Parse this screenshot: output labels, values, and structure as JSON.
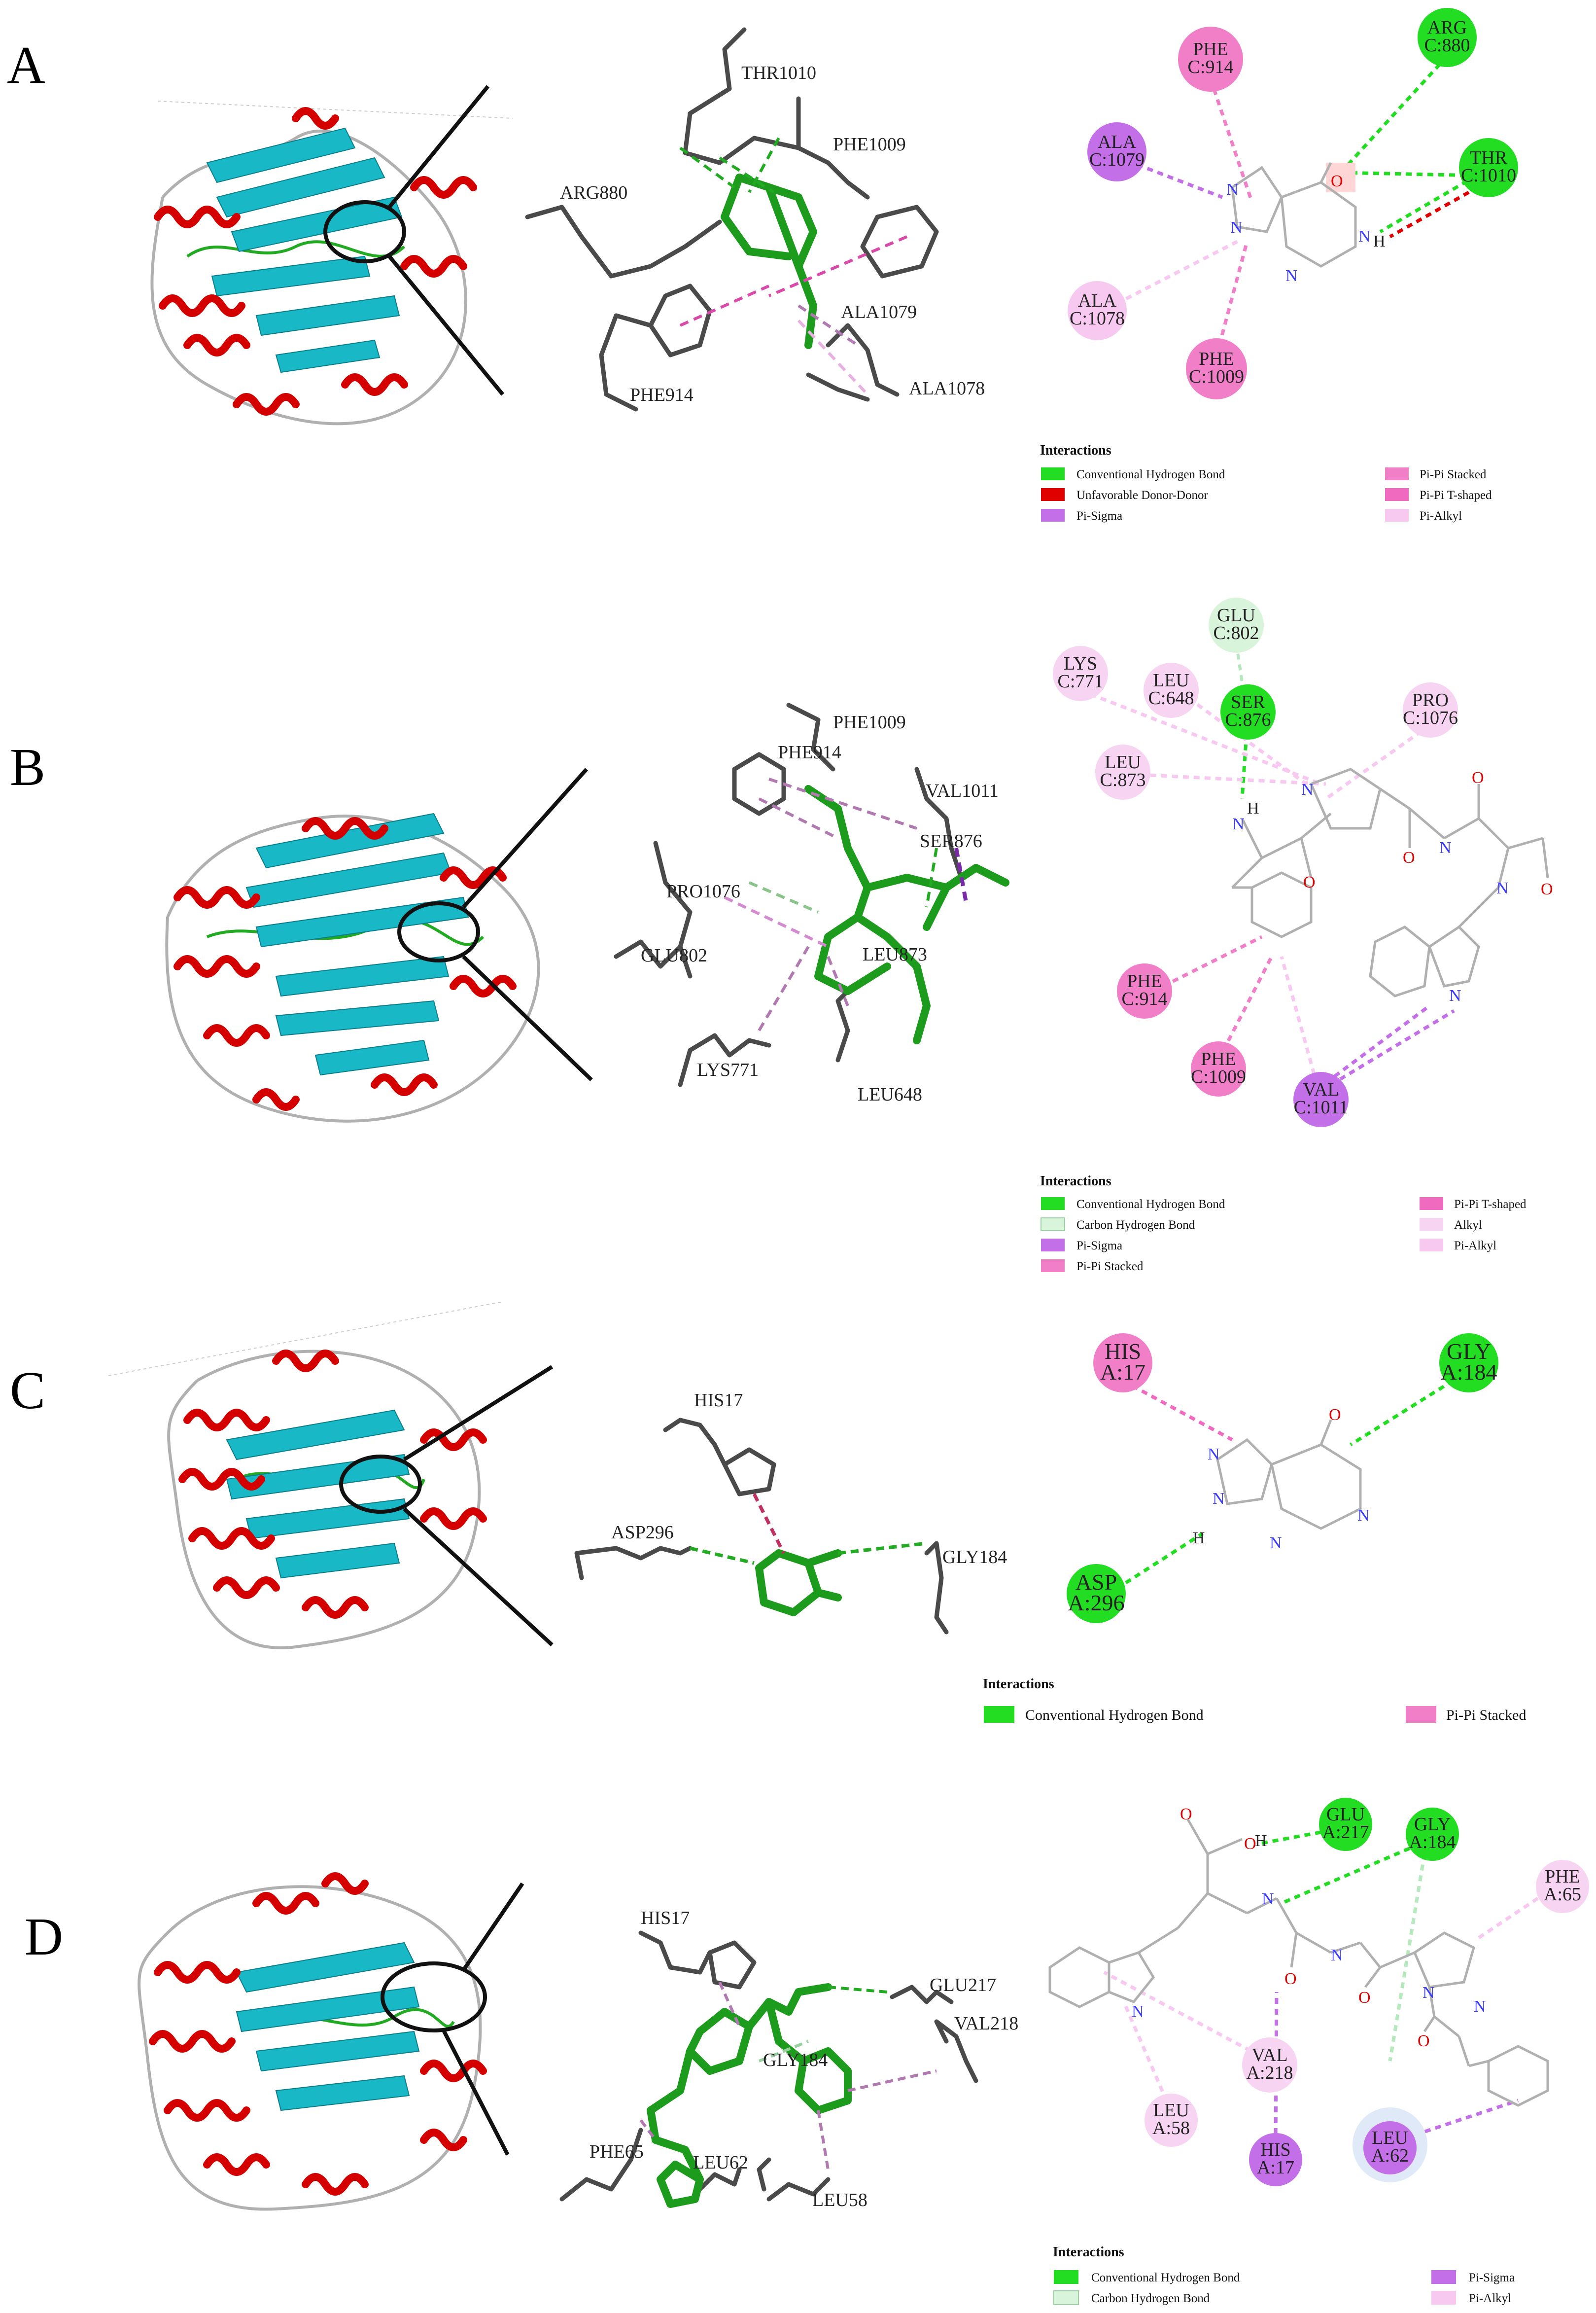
{
  "panels": [
    {
      "letter": "A",
      "residues_3d": [
        "THR1010",
        "PHE1009",
        "ARG880",
        "ALA1079",
        "ALA1078",
        "PHE914"
      ],
      "residues_2d": [
        {
          "name": "PHE",
          "id": "C:914",
          "color": "#f07fc8"
        },
        {
          "name": "ARG",
          "id": "C:880",
          "color": "#22dd22"
        },
        {
          "name": "ALA",
          "id": "C:1079",
          "color": "#c36fe8"
        },
        {
          "name": "THR",
          "id": "C:1010",
          "color": "#22dd22"
        },
        {
          "name": "ALA",
          "id": "C:1078",
          "color": "#f7c9f0"
        },
        {
          "name": "PHE",
          "id": "C:1009",
          "color": "#f07fc8"
        }
      ],
      "legend": {
        "title": "Interactions",
        "items": [
          {
            "label": "Conventional Hydrogen Bond",
            "color": "#22dd22"
          },
          {
            "label": "Unfavorable Donor-Donor",
            "color": "#e00000"
          },
          {
            "label": "Pi-Sigma",
            "color": "#c36fe8"
          },
          {
            "label": "Pi-Pi Stacked",
            "color": "#f07fc8"
          },
          {
            "label": "Pi-Pi T-shaped",
            "color": "#f06ac0"
          },
          {
            "label": "Pi-Alkyl",
            "color": "#f7c9f0"
          }
        ]
      }
    },
    {
      "letter": "B",
      "residues_3d": [
        "PHE1009",
        "PHE914",
        "VAL1011",
        "SER876",
        "PRO1076",
        "GLU802",
        "LEU873",
        "LYS771",
        "LEU648"
      ],
      "residues_2d": [
        {
          "name": "GLU",
          "id": "C:802",
          "color": "#d8f5dc"
        },
        {
          "name": "LYS",
          "id": "C:771",
          "color": "#f7d4f2"
        },
        {
          "name": "LEU",
          "id": "C:648",
          "color": "#f7d4f2"
        },
        {
          "name": "SER",
          "id": "C:876",
          "color": "#22dd22"
        },
        {
          "name": "PRO",
          "id": "C:1076",
          "color": "#f7d4f2"
        },
        {
          "name": "LEU",
          "id": "C:873",
          "color": "#f7d4f2"
        },
        {
          "name": "PHE",
          "id": "C:914",
          "color": "#f07fc8"
        },
        {
          "name": "PHE",
          "id": "C:1009",
          "color": "#f07fc8"
        },
        {
          "name": "VAL",
          "id": "C:1011",
          "color": "#c36fe8"
        }
      ],
      "legend": {
        "title": "Interactions",
        "items": [
          {
            "label": "Conventional Hydrogen Bond",
            "color": "#22dd22"
          },
          {
            "label": "Carbon Hydrogen Bond",
            "color": "#d8f5dc"
          },
          {
            "label": "Pi-Sigma",
            "color": "#c36fe8"
          },
          {
            "label": "Pi-Pi Stacked",
            "color": "#f07fc8"
          },
          {
            "label": "Pi-Pi T-shaped",
            "color": "#f06ac0"
          },
          {
            "label": "Alkyl",
            "color": "#f7d4f2"
          },
          {
            "label": "Pi-Alkyl",
            "color": "#f7c9f0"
          }
        ]
      }
    },
    {
      "letter": "C",
      "residues_3d": [
        "HIS17",
        "ASP296",
        "GLY184"
      ],
      "residues_2d": [
        {
          "name": "HIS",
          "id": "A:17",
          "color": "#f07fc8"
        },
        {
          "name": "GLY",
          "id": "A:184",
          "color": "#22dd22"
        },
        {
          "name": "ASP",
          "id": "A:296",
          "color": "#22dd22"
        }
      ],
      "legend": {
        "title": "Interactions",
        "items": [
          {
            "label": "Conventional Hydrogen Bond",
            "color": "#22dd22"
          },
          {
            "label": "Pi-Pi Stacked",
            "color": "#f07fc8"
          }
        ]
      }
    },
    {
      "letter": "D",
      "residues_3d": [
        "HIS17",
        "GLU217",
        "GLY184",
        "VAL218",
        "PHE65",
        "LEU62",
        "LEU58"
      ],
      "residues_2d": [
        {
          "name": "GLU",
          "id": "A:217",
          "color": "#22dd22"
        },
        {
          "name": "GLY",
          "id": "A:184",
          "color": "#22dd22"
        },
        {
          "name": "PHE",
          "id": "A:65",
          "color": "#f7d4f2"
        },
        {
          "name": "VAL",
          "id": "A:218",
          "color": "#f7d4f2"
        },
        {
          "name": "LEU",
          "id": "A:58",
          "color": "#f7d4f2"
        },
        {
          "name": "HIS",
          "id": "A:17",
          "color": "#c36fe8"
        },
        {
          "name": "LEU",
          "id": "A:62",
          "color": "#c36fe8"
        }
      ],
      "legend": {
        "title": "Interactions",
        "items": [
          {
            "label": "Conventional Hydrogen Bond",
            "color": "#22dd22"
          },
          {
            "label": "Carbon Hydrogen Bond",
            "color": "#d8f5dc"
          },
          {
            "label": "Pi-Sigma",
            "color": "#c36fe8"
          },
          {
            "label": "Pi-Alkyl",
            "color": "#f7c9f0"
          }
        ]
      }
    }
  ],
  "atoms": {
    "nitrogen": "N",
    "oxygen": "O",
    "hydrogen": "H"
  }
}
